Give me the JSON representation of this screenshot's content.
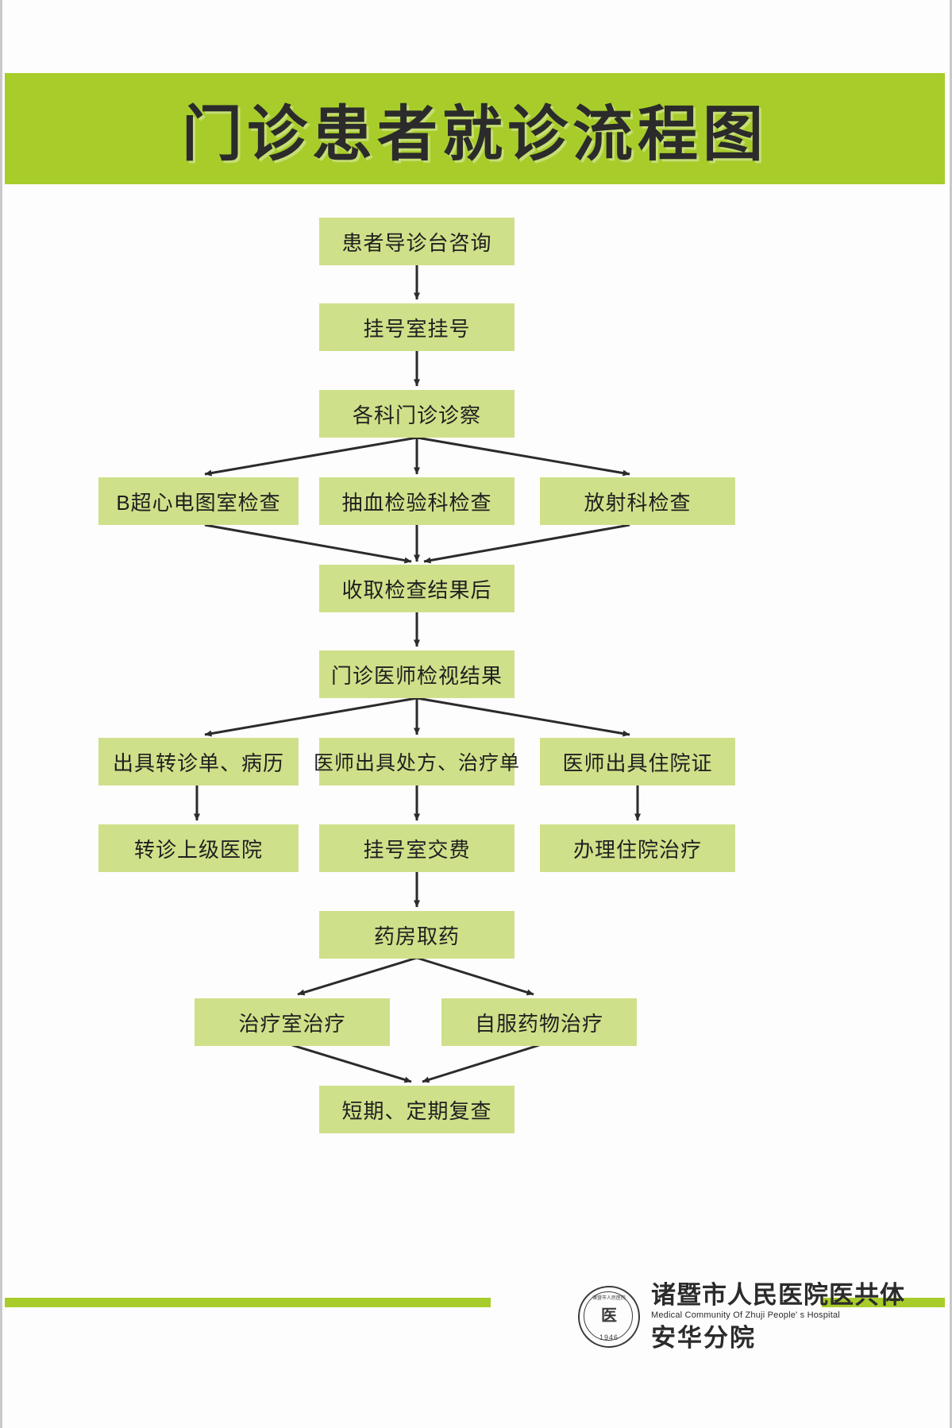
{
  "header": {
    "title": "门诊患者就诊流程图",
    "banner_color": "#a8cd2b"
  },
  "theme": {
    "box_fill": "#cfe08a",
    "accent": "#a8cd2b",
    "line_color": "#2b2b2b",
    "text_color": "#1f1f1f"
  },
  "flow": {
    "type": "flowchart",
    "nodes": [
      {
        "id": "n1",
        "label": "患者导诊台咨询"
      },
      {
        "id": "n2",
        "label": "挂号室挂号"
      },
      {
        "id": "n3",
        "label": "各科门诊诊察"
      },
      {
        "id": "n4",
        "label": "B超心电图室检查"
      },
      {
        "id": "n5",
        "label": "抽血检验科检查"
      },
      {
        "id": "n6",
        "label": "放射科检查"
      },
      {
        "id": "n7",
        "label": "收取检查结果后"
      },
      {
        "id": "n8",
        "label": "门诊医师检视结果"
      },
      {
        "id": "n9",
        "label": "出具转诊单、病历"
      },
      {
        "id": "n10",
        "label": "医师出具处方、治疗单"
      },
      {
        "id": "n11",
        "label": "医师出具住院证"
      },
      {
        "id": "n12",
        "label": "转诊上级医院"
      },
      {
        "id": "n13",
        "label": "挂号室交费"
      },
      {
        "id": "n14",
        "label": "办理住院治疗"
      },
      {
        "id": "n15",
        "label": "药房取药"
      },
      {
        "id": "n16",
        "label": "治疗室治疗"
      },
      {
        "id": "n17",
        "label": "自服药物治疗"
      },
      {
        "id": "n18",
        "label": "短期、定期复查"
      }
    ],
    "edges": [
      [
        "n1",
        "n2"
      ],
      [
        "n2",
        "n3"
      ],
      [
        "n3",
        "n4"
      ],
      [
        "n3",
        "n5"
      ],
      [
        "n3",
        "n6"
      ],
      [
        "n4",
        "n7"
      ],
      [
        "n5",
        "n7"
      ],
      [
        "n6",
        "n7"
      ],
      [
        "n7",
        "n8"
      ],
      [
        "n8",
        "n9"
      ],
      [
        "n8",
        "n10"
      ],
      [
        "n8",
        "n11"
      ],
      [
        "n9",
        "n12"
      ],
      [
        "n10",
        "n13"
      ],
      [
        "n11",
        "n14"
      ],
      [
        "n13",
        "n15"
      ],
      [
        "n15",
        "n16"
      ],
      [
        "n15",
        "n17"
      ],
      [
        "n16",
        "n18"
      ],
      [
        "n17",
        "n18"
      ]
    ]
  },
  "footer": {
    "emblem": {
      "mark": "医",
      "year": "1946",
      "arc": "诸暨市人民医院"
    },
    "org_cn": "诸暨市人民医院医共体",
    "org_en": "Medical Community Of Zhuji People' s Hospital",
    "branch_cn": "安华分院"
  }
}
